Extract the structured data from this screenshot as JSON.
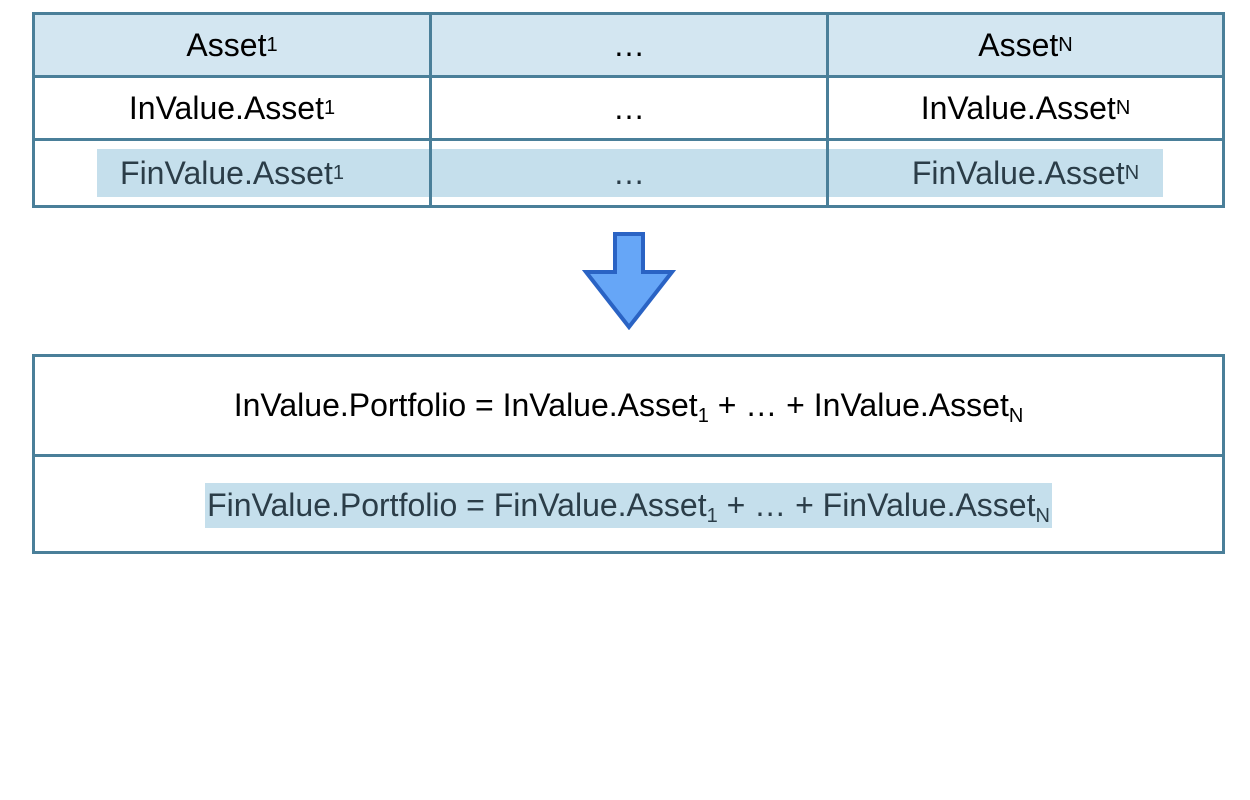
{
  "table": {
    "header": {
      "c0": "Asset ",
      "c0_sub": "1",
      "c1": "…",
      "c2": "Asset",
      "c2_sub": "N"
    },
    "row_invalue": {
      "c0": "InValue.Asset",
      "c0_sub": "1",
      "c1": "…",
      "c2": "InValue.Asset",
      "c2_sub": "N"
    },
    "row_finvalue": {
      "c0": "FinValue.Asset",
      "c0_sub": "1",
      "c1": "…",
      "c2": "FinValue.Asset",
      "c2_sub": "N"
    }
  },
  "formulas": {
    "invalue": {
      "lhs": "InValue.Portfolio = InValue.Asset",
      "sub1": "1",
      "mid": " + … + InValue.Asset",
      "subN": "N"
    },
    "finvalue": {
      "lhs": "FinValue.Portfolio = FinValue.Asset",
      "sub1": "1",
      "mid": " + … + FinValue.Asset",
      "subN": "N"
    }
  },
  "colors": {
    "border": "#4a7f99",
    "header_fill": "#d3e6f1",
    "highlight": "#c5dfec",
    "arrow_fill": "#66a6f7",
    "arrow_stroke": "#2a63c4"
  },
  "icons": {
    "arrow": "down-arrow-icon"
  }
}
